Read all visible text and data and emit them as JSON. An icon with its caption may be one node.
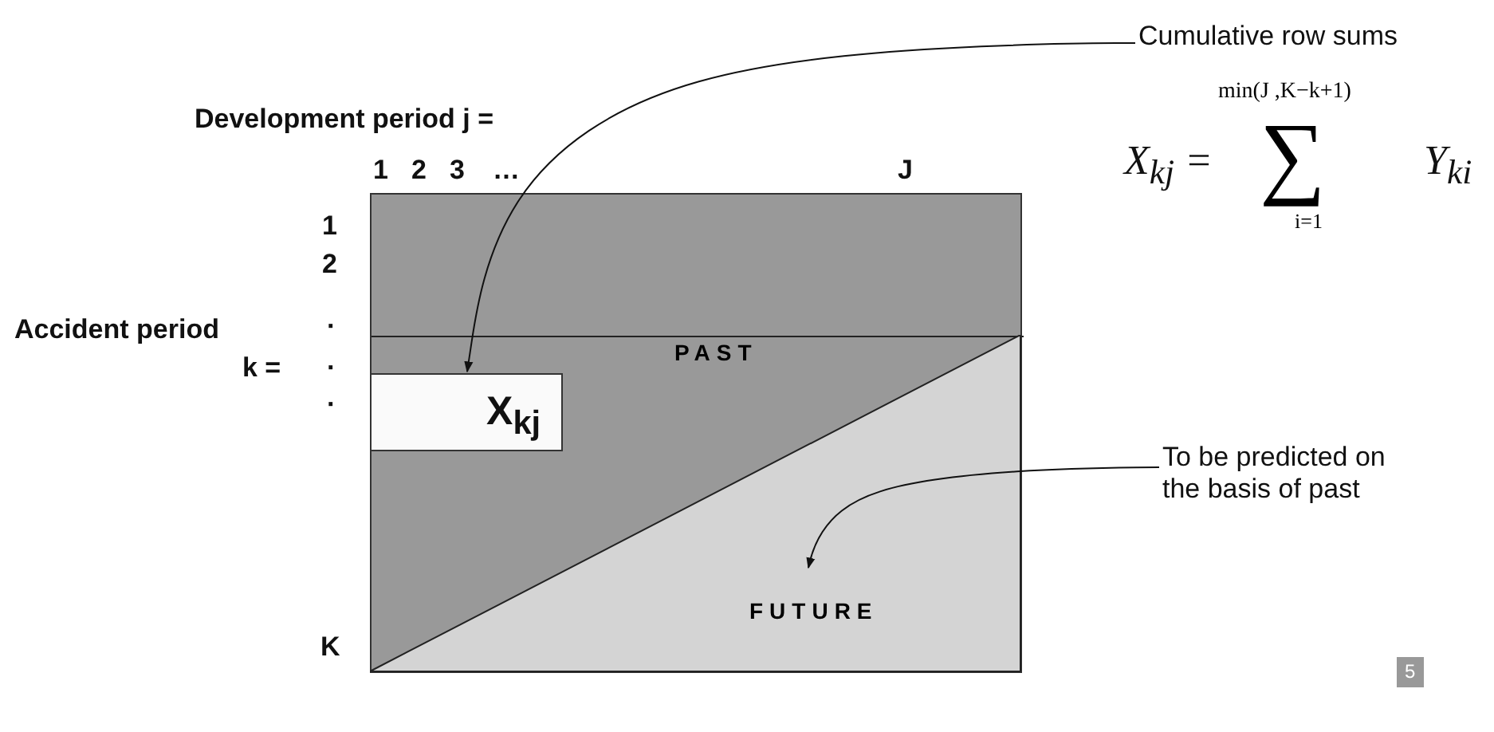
{
  "diagram": {
    "nodes": [
      {
        "text": [
          "PAST"
        ]
      },
      {
        "text": [
          "X$_{kj}$"
        ],
        "in": 0
      },
      {
        "text": [
          "FUTURE"
        ],
        "in": 0
      },
      {
        "text": [
          "Cumulative row sums"
        ]
      },
      {
        "text": [
          "To be predicted on the basis of past"
        ]
      }
    ],
    "edges": [
      {
        "from": 3,
        "to": 1,
        "arrow": "to"
      },
      {
        "from": 4,
        "to": 2,
        "arrow": "to"
      }
    ],
    "labels": [
      "Development period j =",
      "1",
      "2",
      "3",
      "…",
      "J",
      "X$_{kj}$ =",
      "min(J ,K−k+1)",
      "∑",
      "i=1",
      "Y$_{ki}$",
      "1",
      "2",
      "Accident period",
      "·",
      "k =",
      "·",
      "·",
      "K",
      "5"
    ]
  }
}
